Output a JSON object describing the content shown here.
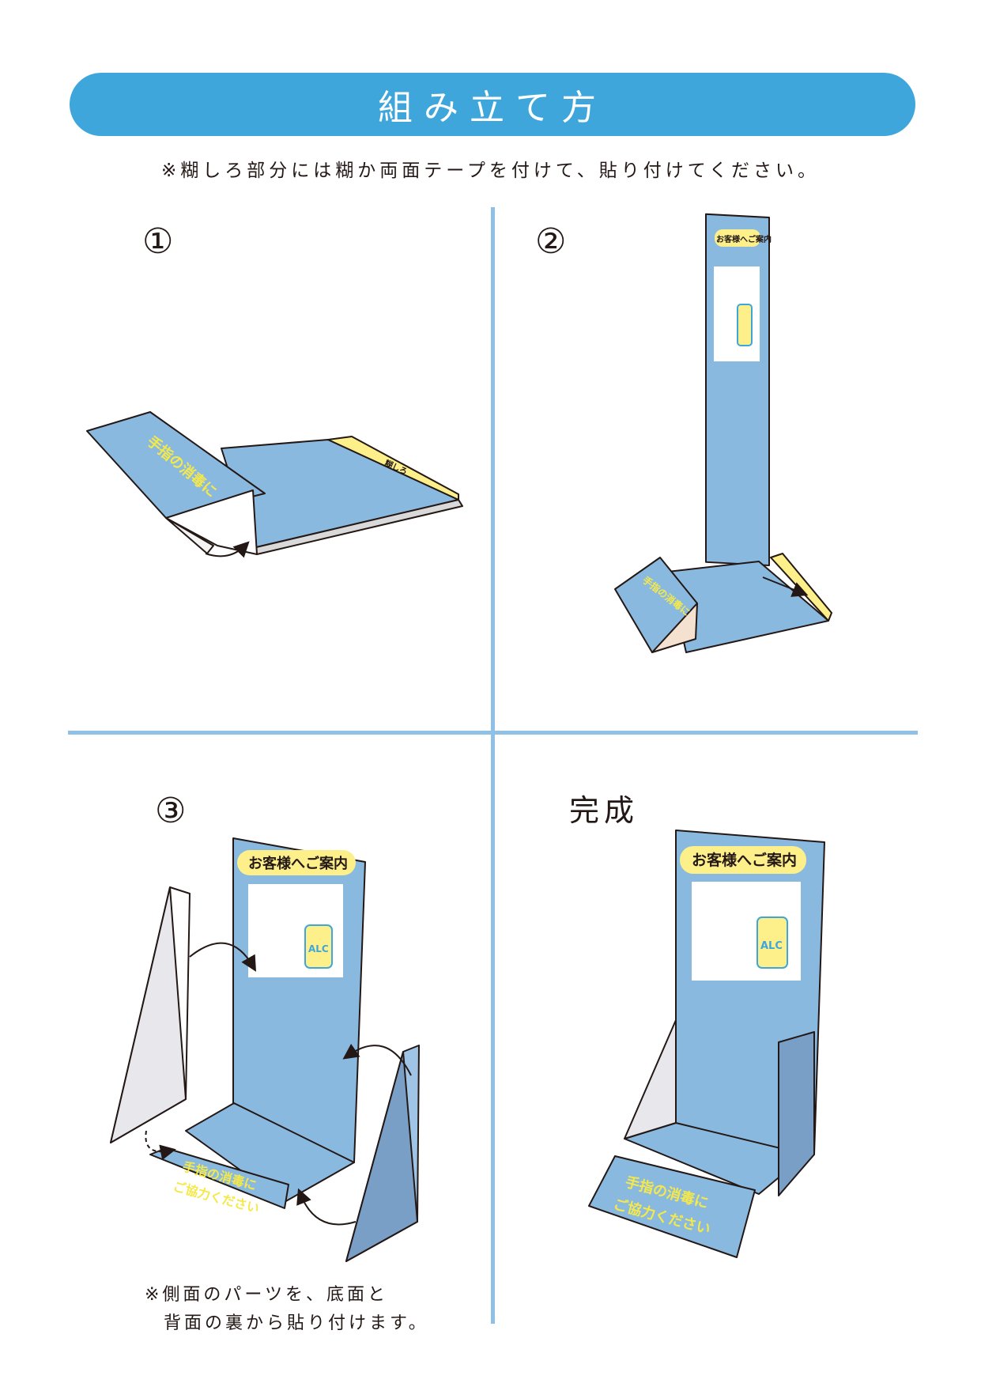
{
  "header": {
    "title": "組み立て方"
  },
  "note": "※糊しろ部分には糊か両面テープを付けて、貼り付けてください。",
  "steps": {
    "one": "①",
    "two": "②",
    "three": "③",
    "done": "完成"
  },
  "caption": {
    "line1": "※側面のパーツを、底面と",
    "line2": "背面の裏から貼り付けます。"
  },
  "sign": {
    "header_label": "お客様へご案内",
    "front_line1": "手指の消毒に",
    "front_line2": "ご協力ください",
    "bottle_label": "ALC",
    "glue_label": "糊しろ"
  },
  "colors": {
    "title_bar": "#3fa6dc",
    "divider": "#8fc1e6",
    "board": "#8ab9e0",
    "yellow": "#fdf08a",
    "text_yellow": "#f5e949"
  }
}
